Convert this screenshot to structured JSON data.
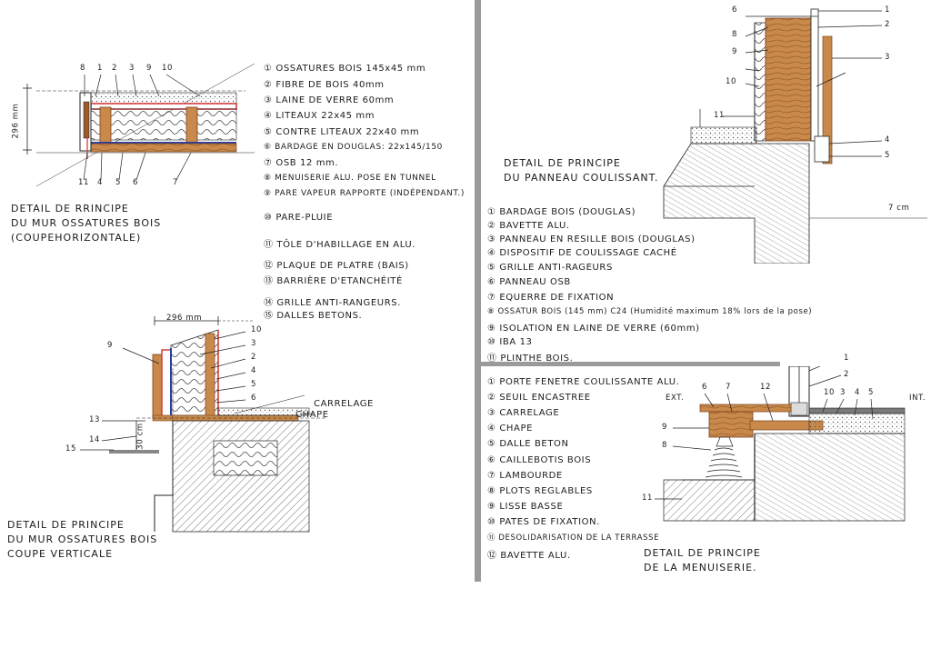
{
  "colors": {
    "wood": "#c8894a",
    "wood_dark": "#9a5a2a",
    "insulation": "#f2ead0",
    "membrane_red": "#d03030",
    "membrane_blue": "#2a3fa0",
    "divider": "#9a9a9a",
    "ink": "#1a1a1a",
    "concrete": "#bdbdbd"
  },
  "wall_h": {
    "title_lines": [
      "DETAIL DE RRINCIPE",
      "DU MUR OSSATURES BOIS",
      "(COUPEHORIZONTALE)"
    ],
    "dim_label": "296 mm",
    "top_markers": [
      "8",
      "1",
      "2",
      "3",
      "9",
      "10"
    ],
    "bottom_markers": [
      "11",
      "4",
      "5",
      "6",
      "7"
    ],
    "legend": [
      "① OSSATURES BOIS 145x45 mm",
      "② FIBRE DE BOIS 40mm",
      "③ LAINE DE VERRE 60mm",
      "④ LITEAUX 22x45 mm",
      "⑤ CONTRE LITEAUX 22x40 mm",
      "⑥ BARDAGE EN DOUGLAS: 22x145/150",
      "⑦ OSB 12 mm.",
      "⑧ MENUISERIE ALU. POSE EN TUNNEL",
      "⑨ PARE VAPEUR RAPPORTE (INDÉPENDANT.)",
      "⑩ PARE-PLUIE",
      "⑪ TÔLE D'HABILLAGE EN ALU.",
      "⑫ PLAQUE DE PLATRE (BAIS)",
      "⑬ BARRIÈRE D'ETANCHÉITÉ",
      "⑭ GRILLE ANTI-RANGEURS.",
      "⑮ DALLES BETONS."
    ]
  },
  "wall_v": {
    "title_lines": [
      "DETAIL DE PRINCIPE",
      "DU MUR OSSATURES BOIS",
      "COUPE VERTICALE"
    ],
    "dim_label": "296 mm",
    "small_dim": "30 cm",
    "labels": {
      "carrelage": "CARRELAGE",
      "chape": "CHAPE"
    },
    "left_markers": [
      "9",
      "13",
      "14",
      "15"
    ],
    "right_markers": [
      "10",
      "3",
      "2",
      "4",
      "5",
      "6"
    ]
  },
  "sliding": {
    "title_lines": [
      "DETAIL DE PRINCIPE",
      "DU PANNEAU COULISSANT."
    ],
    "dim_label": "7 cm",
    "left_markers": [
      "6",
      "8",
      "9",
      "10",
      "11"
    ],
    "right_markers": [
      "1",
      "2",
      "3",
      "4",
      "5"
    ],
    "legend": [
      "① BARDAGE BOIS (DOUGLAS)",
      "② BAVETTE ALU.",
      "③ PANNEAU EN RESILLE BOIS (DOUGLAS)",
      "④ DISPOSITIF DE COULISSAGE CACHÉ",
      "⑤ GRILLE ANTI-RAGEURS",
      "⑥ PANNEAU OSB",
      "⑦ EQUERRE DE FIXATION",
      "⑧ OSSATUR BOIS (145 mm) C24 (Humidité maximum 18% lors de la pose)",
      "⑨ ISOLATION EN LAINE DE VERRE (60mm)",
      "⑩ IBA 13",
      "⑪ PLINTHE BOIS."
    ]
  },
  "menuiserie": {
    "title_lines": [
      "DETAIL DE PRINCIPE",
      "DE LA MENUISERIE."
    ],
    "ext_label": "EXT.",
    "int_label": "INT.",
    "top_markers": [
      "6",
      "7",
      "12",
      "10",
      "3",
      "4",
      "5"
    ],
    "right_markers": [
      "1",
      "2"
    ],
    "left_markers": [
      "9",
      "8",
      "11"
    ],
    "legend": [
      "① PORTE FENETRE COULISSANTE ALU.",
      "② SEUIL ENCASTREE",
      "③ CARRELAGE",
      "④ CHAPE",
      "⑤ DALLE BETON",
      "⑥ CAILLEBOTIS BOIS",
      "⑦ LAMBOURDE",
      "⑧ PLOTS REGLABLES",
      "⑨ LISSE BASSE",
      "⑩ PATES DE FIXATION.",
      "⑪ DESOLIDARISATION DE LA TERRASSE",
      "⑫ BAVETTE ALU."
    ]
  }
}
